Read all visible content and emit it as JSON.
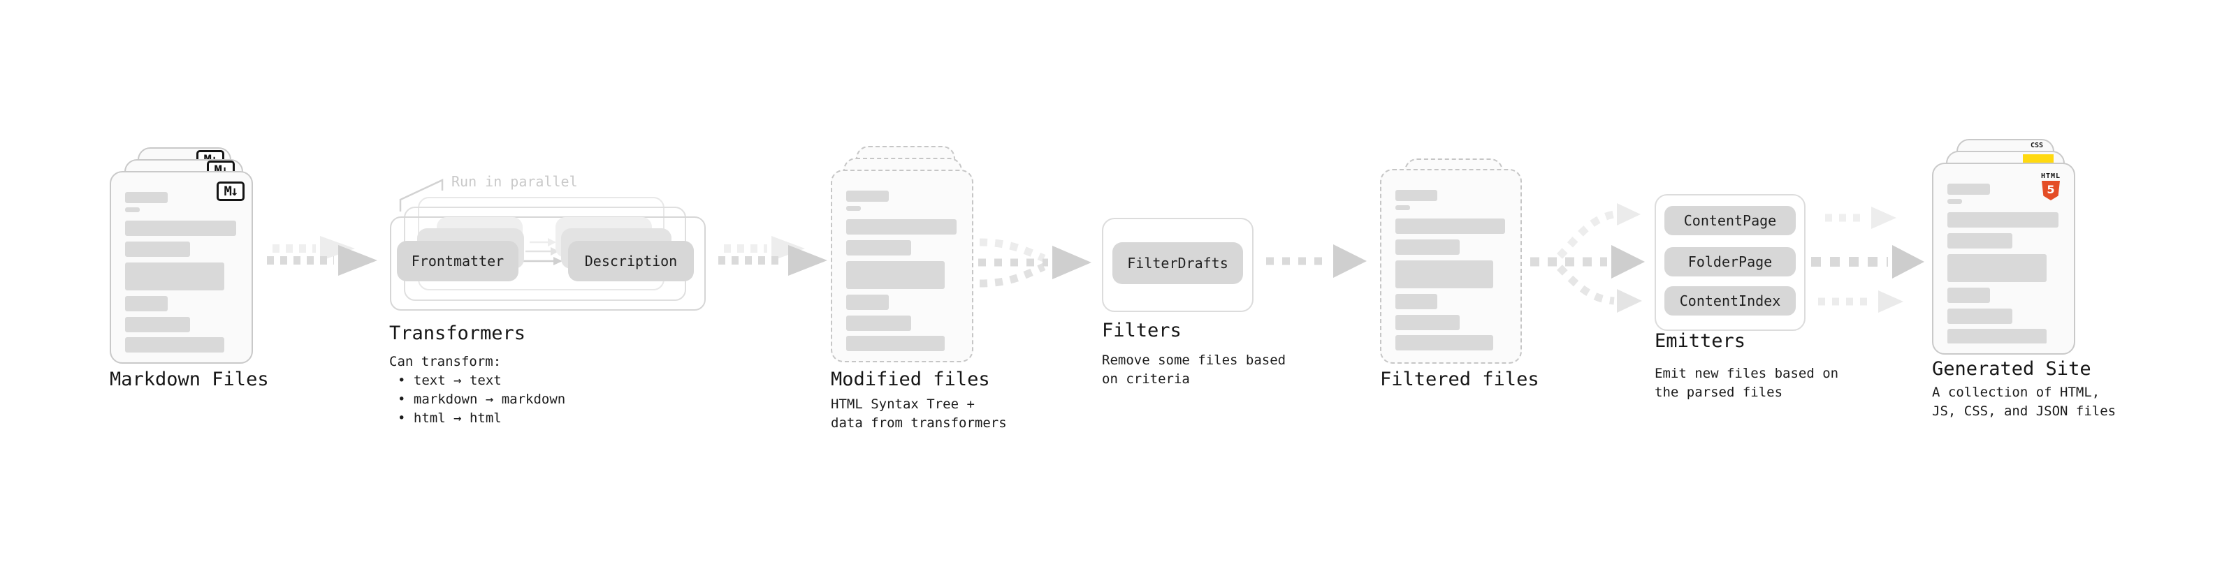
{
  "colors": {
    "html5_orange": "#e44d26",
    "js_yellow": "#ffd910",
    "css_blue": "#2b66f6",
    "skeleton_gray": "#d9d9d9",
    "pill_gray": "#d7d7d7"
  },
  "nodes": {
    "markdown_files": {
      "title": "Markdown Files",
      "badge": "M↓"
    },
    "transformers": {
      "title": "Transformers",
      "parallel_label": "Run in parallel",
      "pills": [
        "Frontmatter",
        "Description"
      ],
      "description": {
        "heading": "Can transform:",
        "bullets": [
          "• text → text",
          "• markdown → markdown",
          "• html → html"
        ]
      }
    },
    "modified_files": {
      "title": "Modified files",
      "description": [
        "HTML Syntax Tree +",
        "data from transformers"
      ]
    },
    "filters": {
      "title": "Filters",
      "pills": [
        "FilterDrafts"
      ],
      "description": [
        "Remove some files based",
        "on criteria"
      ]
    },
    "filtered_files": {
      "title": "Filtered files"
    },
    "emitters": {
      "title": "Emitters",
      "pills": [
        "ContentPage",
        "FolderPage",
        "ContentIndex"
      ],
      "description": [
        "Emit new files based on",
        "the parsed files"
      ]
    },
    "generated_site": {
      "title": "Generated Site",
      "description": [
        "A collection of HTML,",
        "JS, CSS, and JSON files"
      ],
      "badges": {
        "css_label": "CSS",
        "html_label": "HTML",
        "html_number": "5"
      }
    }
  }
}
